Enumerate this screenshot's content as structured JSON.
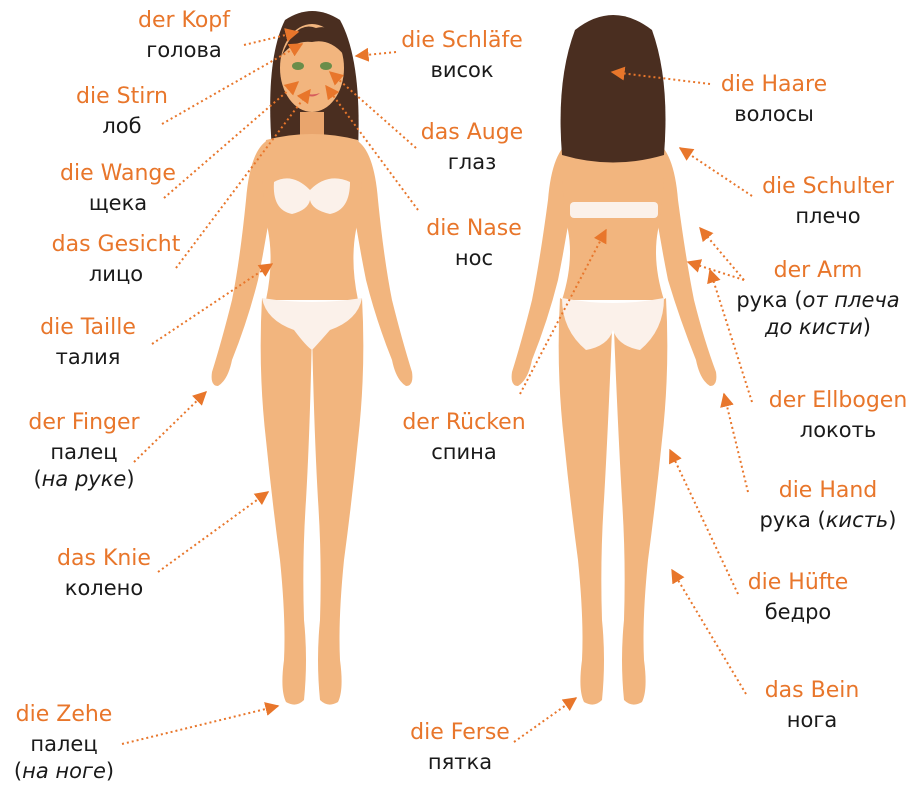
{
  "colors": {
    "accent": "#e8762b",
    "skin": "#f2b57e",
    "skin_shade": "#dd955c",
    "hair": "#4a2e20",
    "underwear": "#fbf1ea",
    "text": "#1a1a1a"
  },
  "labels": {
    "kopf": {
      "de": "der Kopf",
      "ru": "голова"
    },
    "schlaefe": {
      "de": "die Schläfe",
      "ru": "висок"
    },
    "stirn": {
      "de": "die Stirn",
      "ru": "лоб"
    },
    "auge": {
      "de": "das Auge",
      "ru": "глаз"
    },
    "wange": {
      "de": "die Wange",
      "ru": "щека"
    },
    "nase": {
      "de": "die Nase",
      "ru": "нос"
    },
    "gesicht": {
      "de": "das Gesicht",
      "ru": "лицо"
    },
    "taille": {
      "de": "die Taille",
      "ru": "талия"
    },
    "finger": {
      "de": "der Finger",
      "ru": "палец",
      "ru_open": "(",
      "ru_note": "на руке",
      "ru_close": ")"
    },
    "knie": {
      "de": "das Knie",
      "ru": "колено"
    },
    "zehe": {
      "de": "die Zehe",
      "ru": "палец",
      "ru_open": "(",
      "ru_note": "на ноге",
      "ru_close": ")"
    },
    "ruecken": {
      "de": "der Rücken",
      "ru": "спина"
    },
    "ferse": {
      "de": "die Ferse",
      "ru": "пятка"
    },
    "haare": {
      "de": "die Haare",
      "ru": "волосы"
    },
    "schulter": {
      "de": "die Schulter",
      "ru": "плечо"
    },
    "arm": {
      "de": "der Arm",
      "ru": "рука (",
      "ru_note1": "от плеча",
      "ru_note2": "до кисти",
      "ru_close": ")"
    },
    "ellbogen": {
      "de": "der Ellbogen",
      "ru": "локоть"
    },
    "hand": {
      "de": "die Hand",
      "ru": "рука (",
      "ru_note": "кисть",
      "ru_close": ")"
    },
    "huefte": {
      "de": "die Hüfte",
      "ru": "бедро"
    },
    "bein": {
      "de": "das Bein",
      "ru": "нога"
    }
  }
}
